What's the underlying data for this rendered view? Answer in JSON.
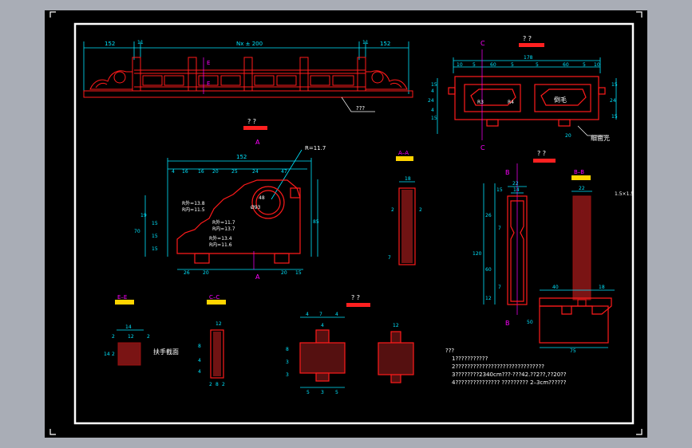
{
  "colors": {
    "background": "#000000",
    "frame": "#ffffff",
    "geometry": "#ff1a1a",
    "dimension": "#00e5ff",
    "hatch": "#cc2222",
    "tag_red": "#ff2020",
    "tag_yellow": "#ffd400",
    "magenta": "#ff00ff",
    "text": "#ffffff"
  },
  "elevation": {
    "dim_left": "152",
    "dim_center": "Nx ± 200",
    "dim_right": "152",
    "dim_small_left": "11",
    "dim_small_right": "11",
    "label_e": "E",
    "label_e2": "E",
    "leader_note": "???"
  },
  "section_c": {
    "label_top": "C",
    "label_bottom": "C",
    "tag": "? ?",
    "dim_total": "178",
    "dims_top": [
      "10",
      "5",
      "60",
      "5",
      "5",
      "60",
      "5",
      "10"
    ],
    "dim_20": "20",
    "r3": "R3",
    "r4": "R4",
    "inner_note": "倒毛",
    "side_note": "细凿光",
    "left_dims": [
      "15",
      "4",
      "24",
      "4",
      "15"
    ],
    "right_dims": [
      "15",
      "24",
      "15"
    ]
  },
  "end_post": {
    "tag": "? ?",
    "label_a_top": "A",
    "label_a_bottom": "A",
    "dim_top": "152",
    "dims_row": [
      "4",
      "16",
      "16",
      "20",
      "25",
      "24",
      "47"
    ],
    "r_label": "R=11.7",
    "dim_48": "48",
    "dim_93": "Ø93",
    "notes": [
      "R外=13.8",
      "R内=11.5",
      "R外=11.7",
      "R内=13.7",
      "R外=13.4",
      "R内=11.6"
    ],
    "left_dims": [
      "70",
      "19",
      "15",
      "15",
      "15"
    ],
    "right_dim": "85",
    "bottom_dims": [
      "26",
      "20",
      "20",
      "15"
    ]
  },
  "section_aa": {
    "tag": "A–A",
    "dim_top": "18",
    "dim_2l": "2",
    "dim_2r": "2",
    "dim_7": "7"
  },
  "post": {
    "tag": "? ?",
    "label_b_top": "B",
    "label_b_bottom": "B",
    "dim_top": "22",
    "dim_top2": "14",
    "left_dims": [
      "15",
      "26",
      "7",
      "60",
      "7",
      "12"
    ],
    "total": "120"
  },
  "section_bb": {
    "tag": "B–B",
    "dim_top": "22",
    "corner": "1.5×1.5",
    "dim_40": "40",
    "dim_18": "18",
    "dim_50": "50",
    "dim_75": "75"
  },
  "section_ee": {
    "tag": "E–E",
    "dims": [
      "14",
      "2",
      "12",
      "2"
    ],
    "side": [
      "14",
      "2"
    ],
    "note": "扶手截面"
  },
  "section_cc": {
    "tag": "C–C",
    "dim_top": "12",
    "left_dims": [
      "8",
      "4",
      "4"
    ],
    "bottom": [
      "2",
      "8",
      "2"
    ]
  },
  "detail_block": {
    "tag": "? ?",
    "top_dims": [
      "4",
      "7",
      "4"
    ],
    "mid_dim": "4",
    "left_dims": [
      "8",
      "3",
      "3"
    ],
    "bottom_dims": [
      "5",
      "3",
      "5"
    ]
  },
  "detail_block2": {
    "dim_top": "12"
  },
  "notes": {
    "title": "???",
    "lines": [
      "1???????????",
      "2??????????????????????????????",
      "3????????2340cm???·???42.??2??,??20??",
      "4???????????????  ????????? 2–3cm??????"
    ]
  }
}
